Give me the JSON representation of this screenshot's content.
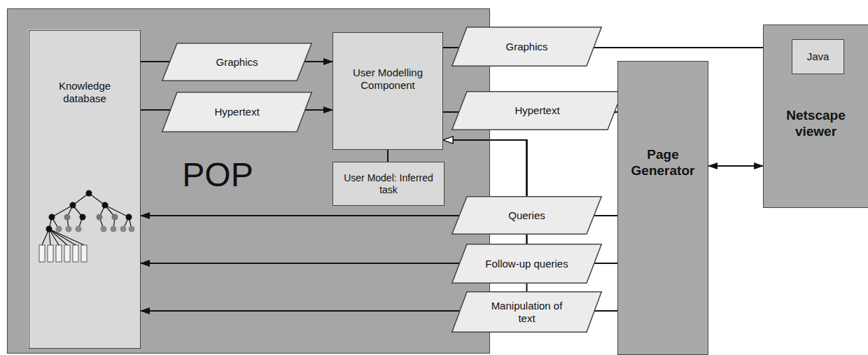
{
  "diagram": {
    "nodes": [
      {
        "text": [
          "POP"
        ]
      },
      {
        "text": [
          "Knowledge database"
        ],
        "in": 0
      },
      {
        "text": [
          "Graphics"
        ],
        "in": 0
      },
      {
        "text": [
          "Hypertext"
        ],
        "in": 0
      },
      {
        "text": [
          "User Modelling Component"
        ],
        "in": 0
      },
      {
        "text": [
          "User Model: Inferred task"
        ],
        "in": 0
      },
      {
        "text": [
          "Graphics"
        ]
      },
      {
        "text": [
          "Hypertext"
        ]
      },
      {
        "text": [
          "Queries"
        ]
      },
      {
        "text": [
          "Follow-up queries"
        ]
      },
      {
        "text": [
          "Manipulation of text"
        ]
      },
      {
        "text": [
          "Page Generator"
        ]
      },
      {
        "text": [
          "Netscape viewer"
        ]
      },
      {
        "text": [
          "Java"
        ],
        "in": 12
      }
    ],
    "edges": [
      {
        "from": 1,
        "to": 2,
        "arrow": "none"
      },
      {
        "from": 2,
        "to": 4,
        "arrow": "to"
      },
      {
        "from": 1,
        "to": 3,
        "arrow": "none"
      },
      {
        "from": 3,
        "to": 4,
        "arrow": "to"
      },
      {
        "from": 4,
        "to": 6,
        "arrow": "none"
      },
      {
        "from": 6,
        "to": 13,
        "arrow": "to"
      },
      {
        "from": 4,
        "to": 7,
        "arrow": "none"
      },
      {
        "from": 7,
        "to": 11,
        "arrow": "to"
      },
      {
        "from": 4,
        "to": 5,
        "arrow": "none"
      },
      {
        "from": 11,
        "to": 8,
        "arrow": "none"
      },
      {
        "from": 8,
        "to": 1,
        "arrow": "to"
      },
      {
        "from": 11,
        "to": 9,
        "arrow": "none"
      },
      {
        "from": 9,
        "to": 1,
        "arrow": "to"
      },
      {
        "from": 11,
        "to": 10,
        "arrow": "none"
      },
      {
        "from": 10,
        "to": 1,
        "arrow": "to"
      },
      {
        "from": 8,
        "to": 4,
        "arrow": "to"
      },
      {
        "from": 9,
        "to": 4,
        "arrow": "to"
      },
      {
        "from": 10,
        "to": 4,
        "arrow": "to"
      },
      {
        "from": 11,
        "to": 12,
        "arrow": "both"
      }
    ]
  }
}
